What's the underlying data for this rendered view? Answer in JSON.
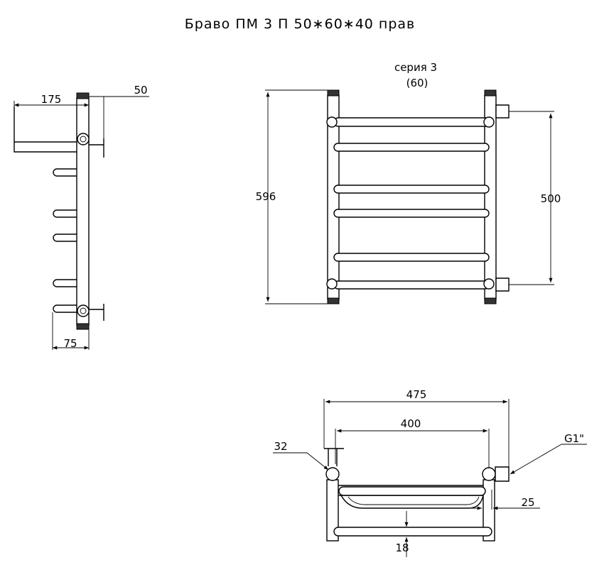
{
  "title": "Браво ПМ 3 П 50∗60∗40 прав",
  "series": {
    "line1": "серия 3",
    "line2": "(60)"
  },
  "side_view": {
    "dim_depth": "175",
    "dim_offset": "50",
    "dim_bottom": "75"
  },
  "front_view": {
    "dim_height": "596",
    "dim_center": "500"
  },
  "top_view": {
    "dim_total_width": "475",
    "dim_inner_width": "400",
    "dim_32": "32",
    "dim_thread": "G1\"",
    "dim_25": "25",
    "dim_18": "18"
  }
}
